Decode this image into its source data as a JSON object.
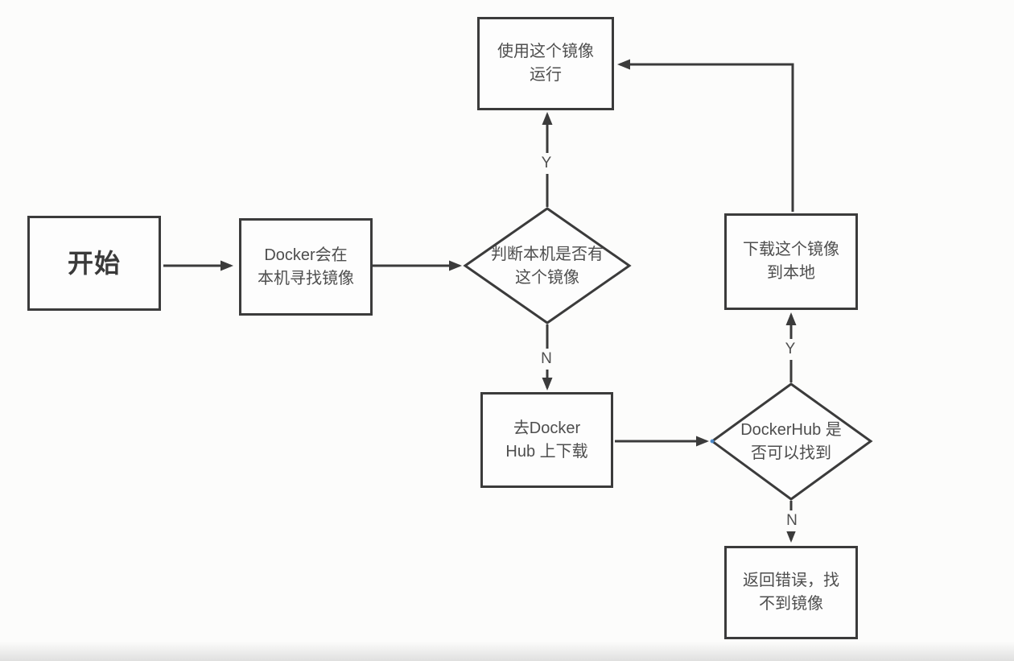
{
  "flowchart": {
    "nodes": {
      "start": {
        "label": "开始"
      },
      "local_search": {
        "label": "Docker会在\n本机寻找镜像"
      },
      "local_check": {
        "label": "判断本机是否有\n这个镜像"
      },
      "run_image": {
        "label": "使用这个镜像\n运行"
      },
      "go_dockerhub": {
        "label": "去Docker\nHub 上下载"
      },
      "dockerhub_check": {
        "label": "DockerHub 是\n否可以找到"
      },
      "download_image": {
        "label": "下载这个镜像\n到本地"
      },
      "return_error": {
        "label": "返回错误，找\n不到镜像"
      }
    },
    "edge_labels": {
      "local_yes": "Y",
      "local_no": "N",
      "hub_yes": "Y",
      "hub_no": "N"
    },
    "colors": {
      "line": "#3b3b3b",
      "box_text": "#4e4e4e",
      "background": "#fcfcfb",
      "connector_dot": "#4a90d9"
    }
  }
}
